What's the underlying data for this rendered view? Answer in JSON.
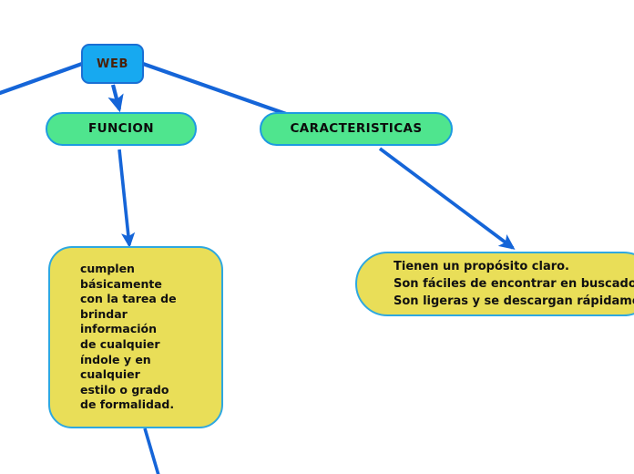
{
  "diagram": {
    "type": "mind-map",
    "background_color": "#ffffff",
    "palette": {
      "root_fill": "#17A9F0",
      "root_border": "#1A6FD4",
      "root_text": "#4A2008",
      "branch_fill": "#4FE58E",
      "branch_border": "#1E9BE0",
      "branch_text": "#0C0C0C",
      "leaf_fill": "#E9DE58",
      "leaf_border": "#2EA8E0",
      "leaf_text": "#111111",
      "edge_color": "#1565D8"
    },
    "nodes": {
      "root": {
        "label": "WEB"
      },
      "branch_funcion": {
        "label": "FUNCION"
      },
      "branch_caracteristicas": {
        "label": "CARACTERISTICAS"
      },
      "leaf_funcion": {
        "label": "cumplen\nbásicamente\ncon la tarea de\nbrindar\ninformación\nde cualquier\níndole y en\ncualquier\nestilo o grado\nde formalidad."
      },
      "leaf_caracteristicas": {
        "label": "Tienen un propósito claro.\nSon fáciles de encontrar en buscadores.\nSon ligeras y se descargan rápidamente."
      }
    },
    "edges": [
      {
        "id": "edge-web-offscreen-left",
        "from": "root",
        "to": "offscreen-left",
        "arrowhead": false
      },
      {
        "id": "edge-web-funcion",
        "from": "root",
        "to": "branch_funcion",
        "arrowhead": true
      },
      {
        "id": "edge-web-caracteristicas",
        "from": "root",
        "to": "branch_caracteristicas",
        "arrowhead": false
      },
      {
        "id": "edge-funcion-leaf",
        "from": "branch_funcion",
        "to": "leaf_funcion",
        "arrowhead": true
      },
      {
        "id": "edge-caracteristicas-leaf",
        "from": "branch_caracteristicas",
        "to": "leaf_caracteristicas",
        "arrowhead": true
      },
      {
        "id": "edge-leaf-funcion-offscreen-bottom",
        "from": "leaf_funcion",
        "to": "offscreen-bottom",
        "arrowhead": false
      }
    ]
  }
}
